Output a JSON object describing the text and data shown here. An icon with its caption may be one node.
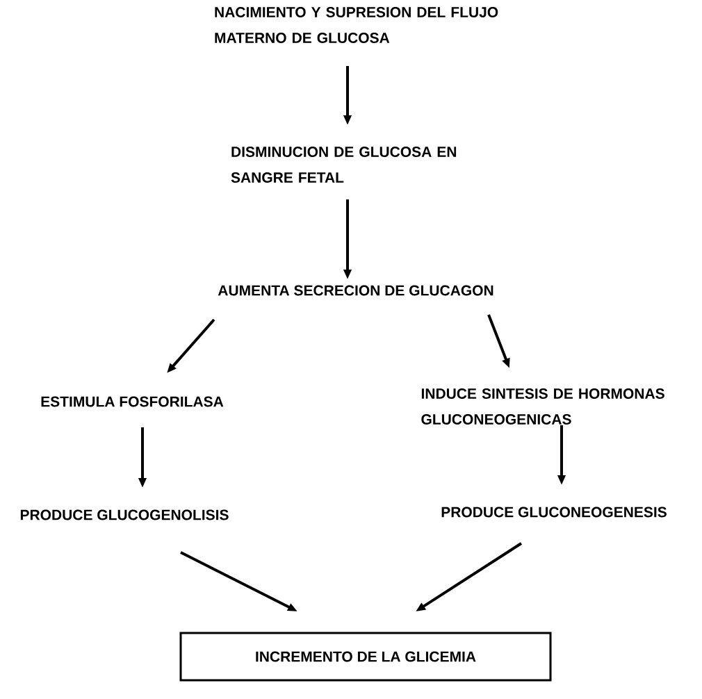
{
  "diagram": {
    "nodes": [
      {
        "text": [
          "NACIMIENTO Y SUPRESION DEL FLUJO MATERNO DE GLUCOSA"
        ]
      },
      {
        "text": [
          "DISMINUCION DE GLUCOSA EN SANGRE FETAL"
        ]
      },
      {
        "text": [
          "AUMENTA SECRECION DE GLUCAGON"
        ]
      },
      {
        "text": [
          "ESTIMULA FOSFORILASA"
        ]
      },
      {
        "text": [
          "INDUCE SINTESIS DE HORMONAS GLUCONEOGENICAS"
        ]
      },
      {
        "text": [
          "PRODUCE GLUCOGENOLISIS"
        ]
      },
      {
        "text": [
          "PRODUCE GLUCONEOGENESIS"
        ]
      },
      {
        "text": [
          "INCREMENTO DE LA GLICEMIA"
        ]
      }
    ],
    "edges": [
      {
        "from": 0,
        "to": 1,
        "arrow": "to"
      },
      {
        "from": 1,
        "to": 2,
        "arrow": "to"
      },
      {
        "from": 2,
        "to": 3,
        "arrow": "to"
      },
      {
        "from": 2,
        "to": 4,
        "arrow": "to"
      },
      {
        "from": 3,
        "to": 5,
        "arrow": "to"
      },
      {
        "from": 4,
        "to": 6,
        "arrow": "to"
      },
      {
        "from": 5,
        "to": 7,
        "arrow": "to"
      },
      {
        "from": 6,
        "to": 7,
        "arrow": "to"
      }
    ]
  }
}
